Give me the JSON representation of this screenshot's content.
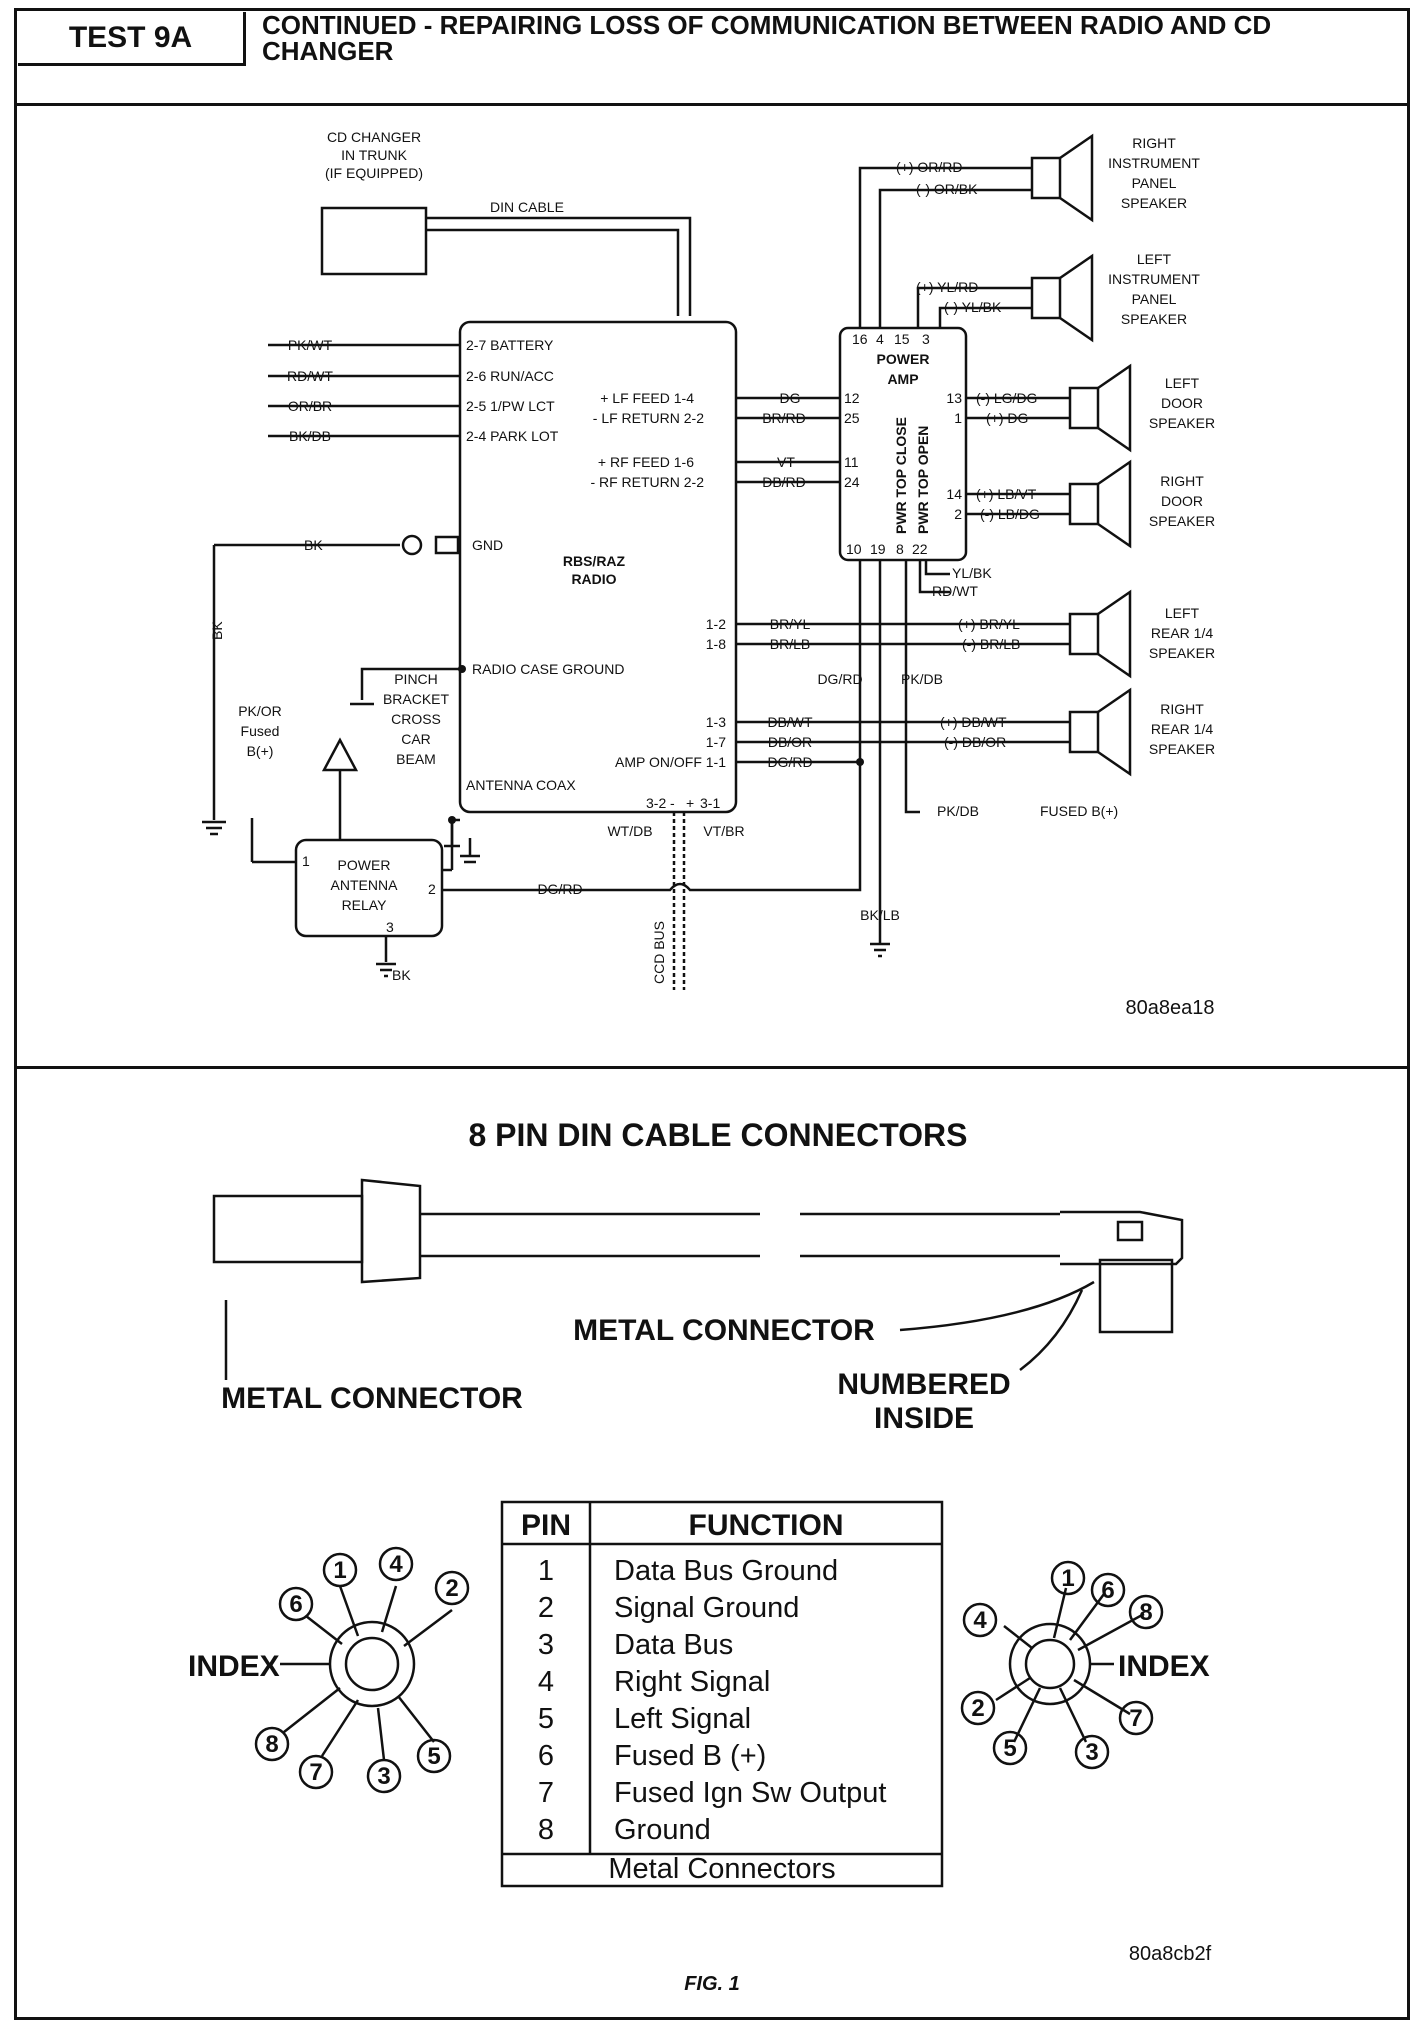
{
  "header": {
    "test_label": "TEST 9A",
    "title": "CONTINUED - REPAIRING LOSS OF COMMUNICATION BETWEEN RADIO AND CD CHANGER"
  },
  "wiring": {
    "cd_changer": [
      "CD CHANGER",
      "IN TRUNK",
      "(IF EQUIPPED)"
    ],
    "din_cable": "DIN CABLE",
    "radio_name": [
      "RBS/RAZ",
      "RADIO"
    ],
    "radio_left_pins": [
      "2-7 BATTERY",
      "2-6 RUN/ACC",
      "2-5 1/PW LCT",
      "2-4 PARK LOT"
    ],
    "radio_left_wires": [
      "PK/WT",
      "RD/WT",
      "OR/BR",
      "BK/DB"
    ],
    "gnd": "GND",
    "bk": "BK",
    "radio_case_ground": "RADIO CASE GROUND",
    "antenna_coax": "ANTENNA COAX",
    "pinch_bracket": [
      "PINCH",
      "BRACKET",
      "CROSS",
      "CAR",
      "BEAM"
    ],
    "pk_or_fused": [
      "PK/OR",
      "Fused",
      "B(+)"
    ],
    "power_antenna_relay": [
      "POWER",
      "ANTENNA",
      "RELAY"
    ],
    "relay_pins": [
      "1",
      "2",
      "3"
    ],
    "dg_rd": "DG/RD",
    "radio_right_pins": [
      "+ LF FEED 1-4",
      "- LF RETURN 2-2",
      "+ RF FEED 1-6",
      "- RF RETURN 2-2",
      "1-2",
      "1-8",
      "1-3",
      "1-7",
      "AMP ON/OFF 1-1"
    ],
    "radio_right_wires": [
      "DG",
      "BR/RD",
      "VT",
      "DB/RD",
      "BR/YL",
      "BR/LB",
      "DB/WT",
      "DB/OR",
      "DG/RD"
    ],
    "bottom_pins": [
      "3-2",
      "-",
      "+",
      "3-1"
    ],
    "bottom_wires": [
      "WT/DB",
      "VT/BR"
    ],
    "ccd_bus": "CCD BUS",
    "amp_name": [
      "POWER",
      "AMP"
    ],
    "amp_top_pins": [
      "16",
      "4",
      "15",
      "3"
    ],
    "amp_left_pins": [
      "12",
      "25",
      "11",
      "24"
    ],
    "amp_right_pins": [
      "13",
      "1",
      "14",
      "2"
    ],
    "amp_bottom_pins": [
      "10",
      "19",
      "8",
      "22"
    ],
    "amp_vertical": [
      "PWR TOP CLOSE",
      "PWR TOP OPEN"
    ],
    "amp_top_wires": [
      "(+) OR/RD",
      "(-) OR/BK",
      "(+) YL/RD",
      "(-) YL/BK"
    ],
    "amp_right_wires": [
      "(-) LG/DG",
      "(+) DG",
      "(+) LB/VT",
      "(-) LB/DG"
    ],
    "amp_bottom_wires": [
      "YL/BK",
      "RD/WT"
    ],
    "rear_wires": [
      "(+) BR/YL",
      "(-) BR/LB",
      "(+) DB/WT",
      "(-) DB/OR"
    ],
    "dg_rd_2": "DG/RD",
    "pk_db": "PK/DB",
    "pk_db_fused": "FUSED B(+)",
    "bk_lb": "BK/LB",
    "speakers": [
      [
        "RIGHT",
        "INSTRUMENT",
        "PANEL",
        "SPEAKER"
      ],
      [
        "LEFT",
        "INSTRUMENT",
        "PANEL",
        "SPEAKER"
      ],
      [
        "LEFT",
        "DOOR",
        "SPEAKER"
      ],
      [
        "RIGHT",
        "DOOR",
        "SPEAKER"
      ],
      [
        "LEFT",
        "REAR 1/4",
        "SPEAKER"
      ],
      [
        "RIGHT",
        "REAR 1/4",
        "SPEAKER"
      ]
    ],
    "figure_code": "80a8ea18"
  },
  "connectors": {
    "title": "8 PIN DIN CABLE CONNECTORS",
    "metal_connector_top": "METAL CONNECTOR",
    "metal_connector_left": "METAL CONNECTOR",
    "numbered_inside": [
      "NUMBERED",
      "INSIDE"
    ],
    "index": "INDEX",
    "left_pin_numbers": [
      "1",
      "4",
      "2",
      "6",
      "8",
      "7",
      "3",
      "5"
    ],
    "right_pin_numbers": [
      "1",
      "6",
      "8",
      "4",
      "2",
      "5",
      "3",
      "7"
    ],
    "table": {
      "headers": [
        "PIN",
        "FUNCTION"
      ],
      "rows": [
        [
          "1",
          "Data Bus Ground"
        ],
        [
          "2",
          "Signal Ground"
        ],
        [
          "3",
          "Data Bus"
        ],
        [
          "4",
          "Right Signal"
        ],
        [
          "5",
          "Left Signal"
        ],
        [
          "6",
          "Fused B (+)"
        ],
        [
          "7",
          "Fused Ign Sw Output"
        ],
        [
          "8",
          "Ground"
        ]
      ],
      "footer": "Metal Connectors"
    },
    "figure_code": "80a8cb2f",
    "fig_label": "FIG. 1"
  }
}
